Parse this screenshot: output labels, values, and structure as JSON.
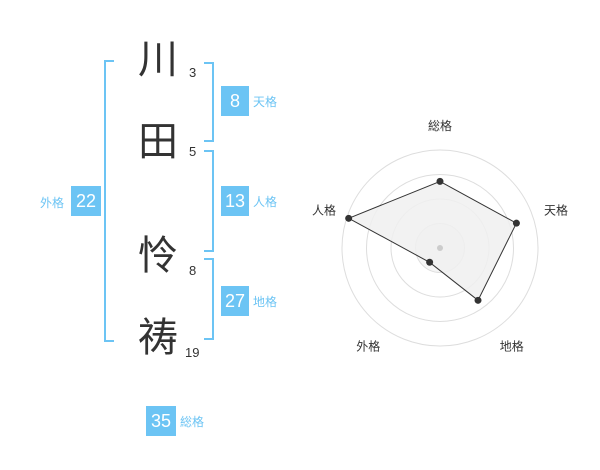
{
  "name": {
    "chars": [
      {
        "char": "川",
        "strokes": "3"
      },
      {
        "char": "田",
        "strokes": "5"
      },
      {
        "char": "怜",
        "strokes": "8"
      },
      {
        "char": "祷",
        "strokes": "19"
      }
    ]
  },
  "fortune": {
    "tenkaku": {
      "value": "8",
      "label": "天格"
    },
    "jinkaku": {
      "value": "13",
      "label": "人格"
    },
    "chikaku": {
      "value": "27",
      "label": "地格"
    },
    "gaikaku": {
      "value": "22",
      "label": "外格"
    },
    "soukaku": {
      "value": "35",
      "label": "総格"
    }
  },
  "chart_data": {
    "type": "radar",
    "axes": [
      "総格",
      "天格",
      "地格",
      "外格",
      "人格"
    ],
    "values": [
      0.68,
      0.82,
      0.66,
      0.18,
      0.98
    ],
    "rings": 4,
    "max": 1,
    "colors": {
      "fill": "#f0f0f0",
      "stroke": "#333333",
      "grid": "#dddddd",
      "point": "#333333"
    }
  }
}
